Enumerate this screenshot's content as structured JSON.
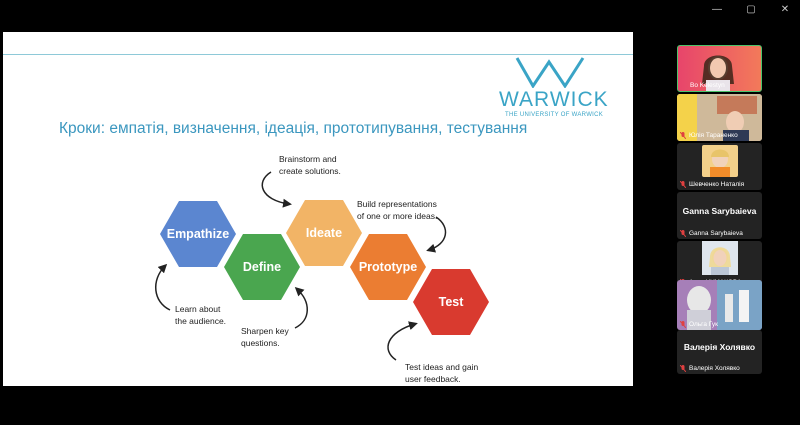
{
  "window": {
    "controls": [
      "—",
      "▢",
      "✕"
    ]
  },
  "slide": {
    "logo_name": "WARWICK",
    "logo_sub": "THE UNIVERSITY OF WARWICK",
    "title": "Кроки: емпатія, визначення, ідеація, прототипування, тестування",
    "steps": [
      {
        "label": "Empathize",
        "color": "#5b86d0"
      },
      {
        "label": "Define",
        "color": "#4aa64f"
      },
      {
        "label": "Ideate",
        "color": "#f2b466"
      },
      {
        "label": "Prototype",
        "color": "#eb7d32"
      },
      {
        "label": "Test",
        "color": "#d93a2f"
      }
    ],
    "notes": {
      "brainstorm": [
        "Brainstorm and",
        "create solutions."
      ],
      "build": [
        "Build representations",
        "of one or more ideas."
      ],
      "learn": [
        "Learn about",
        "the audience."
      ],
      "sharpen": [
        "Sharpen key",
        "questions."
      ],
      "test": [
        "Test ideas and gain",
        "user feedback."
      ]
    }
  },
  "participants": [
    {
      "name": "Bo Kelestyn",
      "muted": false,
      "type": "video"
    },
    {
      "name": "Юлія Тараненко",
      "muted": true,
      "type": "video"
    },
    {
      "name": "Шевченко Наталія",
      "muted": true,
      "type": "video"
    },
    {
      "name": "Ganna Sarybaieva",
      "muted": true,
      "type": "name",
      "display": "Ganna Sarybaieva"
    },
    {
      "name": "Анна ЧУМАКОВА",
      "muted": true,
      "type": "video"
    },
    {
      "name": "Ольга Гук",
      "muted": true,
      "type": "video"
    },
    {
      "name": "Валерія Холявко",
      "muted": true,
      "type": "name",
      "display": "Валерія Холявко"
    }
  ],
  "colors": {
    "accent": "#3b97bf",
    "muted_mic": "#e04040",
    "active_border": "#4cc36a"
  }
}
